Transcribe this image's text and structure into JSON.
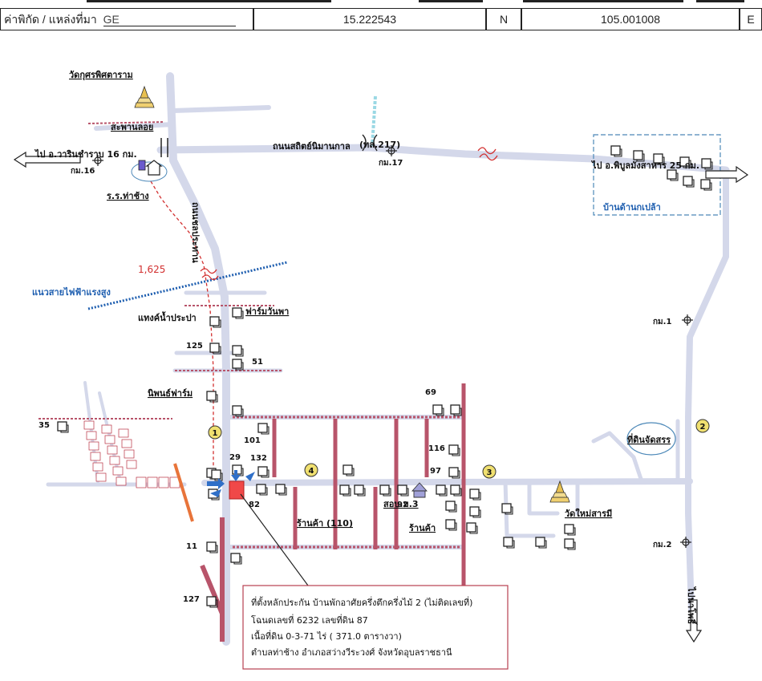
{
  "header": {
    "label": "ค่าพิกัด / แหล่งที่มา",
    "source": "GE",
    "lat": "15.222543",
    "lat_dir": "N",
    "lon": "105.001008",
    "lon_dir": "E"
  },
  "places": {
    "temple_top": "วัดกุศรพิศตาราม",
    "bridge": "สะพานลอย",
    "school": "ร.ร.ท่าช้าง",
    "to_warin": "ไป อ.วารินชำราบ 16 กม.",
    "km16": "กม.16",
    "road_main": "ถนนสถิตย์นิมานกาล",
    "road_code": "(ทล.217)",
    "km17": "กม.17",
    "to_phibun": "ไป อ.พิบูลมังสาหาร 25 กม.",
    "village_ne": "บ้านด้านกเปล้า",
    "road_vertical": "ถนนชลประทาน",
    "distance": "1,625",
    "power_line": "แนวสายไฟฟ้าแรงสูง",
    "water_tank": "แทงค์น้ำประปา",
    "farm_wanpa": "ฟาร์มวันพา",
    "farm_nipon": "นิพนธ์ฟาร์ม",
    "land_allocated": "ที่ดินจัดสรร",
    "shop_110": "ร้านค้า (110)",
    "health_center": "สอบ.ม.3",
    "shop": "ร้านค้า",
    "temple_new": "วัดใหม่สารมี",
    "km1": "กม.1",
    "km2": "กม.2",
    "to_south": "ไปนาโพธิ์"
  },
  "house_numbers": {
    "h35": "35",
    "h125": "125",
    "h51": "51",
    "h101": "101",
    "h29": "29",
    "h132": "132",
    "h82": "82",
    "h69": "69",
    "h116": "116",
    "h97": "97",
    "h92": "92",
    "h11": "11",
    "h127": "127"
  },
  "markers": {
    "m1": "1",
    "m2": "2",
    "m3": "3",
    "m4": "4"
  },
  "note": {
    "line1": "ที่ตั้งหลักประกัน บ้านพักอาศัยครึ่งตึกครึ่งไม้ 2 (ไม่ติดเลขที่)",
    "line2": "โฉนดเลขที่ 6232 เลขที่ดิน 87",
    "line3": "เนื้อที่ดิน 0-3-71 ไร่ ( 371.0 ตารางวา)",
    "line4": "ตำบลท่าช้าง  อำเภอสว่างวีระวงศ์ จังหวัดอุบลราชธานี"
  },
  "colors": {
    "road": "#d4d8ea",
    "soi": "#b8546a",
    "property": "#f04848",
    "blue": "#1f5fb0",
    "dashed": "#d23030",
    "orange": "#e8743a"
  }
}
